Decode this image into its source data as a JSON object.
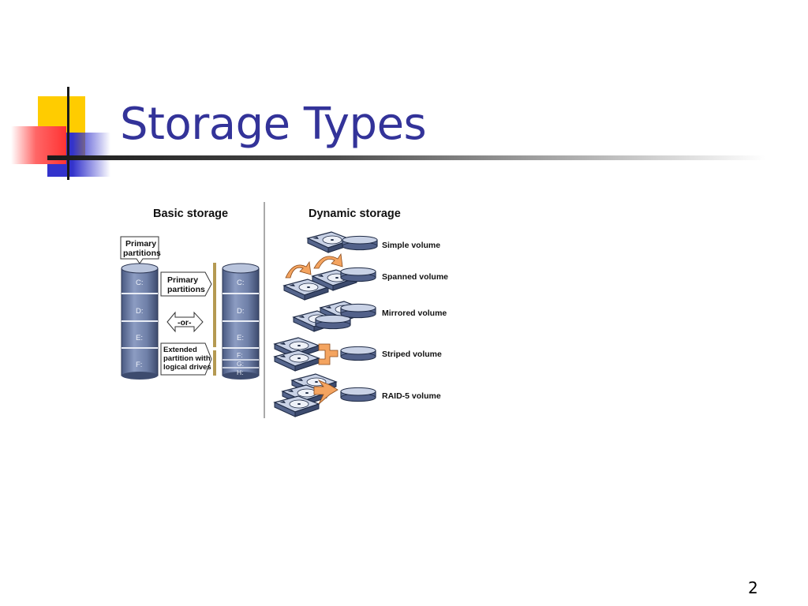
{
  "slide": {
    "title": "Storage Types",
    "page_number": "2"
  },
  "diagram": {
    "basic": {
      "heading": "Basic storage",
      "callout_primary_top": [
        "Primary",
        "partitions"
      ],
      "callout_primary_side": [
        "Primary",
        "partitions"
      ],
      "or_label": "-or-",
      "callout_extended": [
        "Extended",
        "partition with",
        "logical drives"
      ],
      "left_disk_drives": [
        "C:",
        "D:",
        "E:",
        "F:"
      ],
      "right_disk_drives": [
        "C:",
        "D:",
        "E:"
      ],
      "logical_drives": [
        "F:",
        "G:",
        "H:"
      ]
    },
    "dynamic": {
      "heading": "Dynamic storage",
      "volumes": [
        "Simple volume",
        "Spanned volume",
        "Mirrored volume",
        "Striped volume",
        "RAID-5 volume"
      ]
    },
    "colors": {
      "title": "#333399",
      "cylinder_body": "#6f80a8",
      "cylinder_dark": "#3d4b6e",
      "cylinder_top": "#b9c4dc",
      "arrow_orange": "#f4a460",
      "bracket_tan": "#b59a52"
    }
  }
}
